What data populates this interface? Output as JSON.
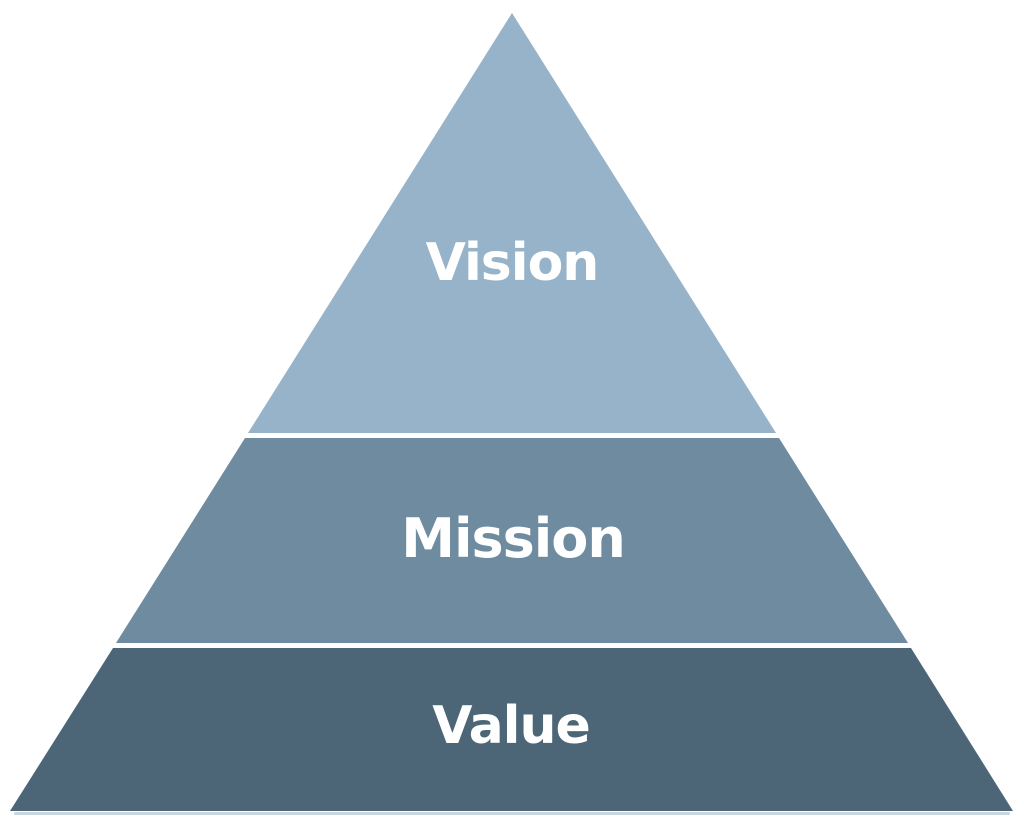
{
  "pyramid": {
    "type": "pyramid-diagram",
    "levels": 3,
    "tiers": [
      {
        "label": "Vision",
        "color": "#97b3c9"
      },
      {
        "label": "Mission",
        "color": "#6e8ba0"
      },
      {
        "label": "Value",
        "color": "#4c6678"
      }
    ],
    "label_color": "#ffffff",
    "background_color": "#ffffff",
    "separator_color": "#ffffff",
    "base_shadow_color": "#b6c8d6"
  }
}
